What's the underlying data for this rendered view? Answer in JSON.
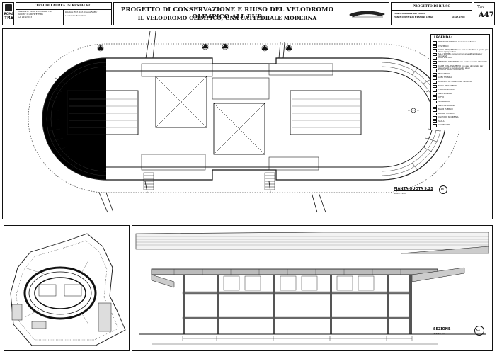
{
  "title_block": {
    "logo_top": "ROMA",
    "logo_bottom": "TRE",
    "thesis_label": "TESI DI LAUREA IN RESTAURO",
    "university_lines": [
      "UNIVERSITA' DEGLI STUDI ROMA TRE",
      "FACOLTA' DI ARCHITETTURA",
      "A.A. 2012/2013"
    ],
    "supervisor_lines": [
      "Relatore: Prof. Arch. Cesare Feiffer",
      "Laureanda: Fania Soia"
    ],
    "main_title": "PROGETTO DI CONSERVAZIONE E RIUSO DEL VELODROMO OLIMPICO ALL'EUR",
    "subtitle": "IL VELODROMO OLIMPICO, UNA CATTEDRALE MODERNA",
    "section_label": "PROGETTO DI RIUSO",
    "sheet_desc_lines": [
      "PIANTA CENTRALE DEL CAMPO",
      "PIANTA QUOTA 9.25 E SEZIONE LUNGO"
    ],
    "scale": "SCALA 1:500",
    "tav_label": "Tav.",
    "tav_number": "A47"
  },
  "legend": {
    "title": "LEGENDA:",
    "items": [
      "PRESIDIO SANITARIO d'accesso al Trallee",
      "VESTIBOLO",
      "SPOGLIATOI/SERVIZI con area in strutture e spazio per atleti e preparatori",
      "SALA STAMPA con servizi ed aree attrezzate per giornalisti",
      "AREA RISTORO",
      "PUNTO DI ASSISTENZA con servizi ed aree attrezzate",
      "CAMPI DI ALLENAMENTO con aree attrezzate per allenamenti e riscaldamento atleti",
      "ZONA DI PRIMO SOCCORSO",
      "MAGAZZINO",
      "AREA TECNICA",
      "DEPOSITO ATTREZZATURE SPORTIVE",
      "SPOGLIATOI ARBITRI",
      "TRIBUNA STAMPA",
      "SALA RIUNIONI",
      "UFFICI",
      "INFERMERIA",
      "SALA ANTIDOPING",
      "BAGNI PUBBLICI",
      "LOCALE TECNICO",
      "USCITA DI SICUREZZA",
      "SCALA",
      "ASCENSORE"
    ]
  },
  "plan": {
    "label": "PIANTA QUOTA 9.25",
    "scale": "SCALA 1:200",
    "mark": "P3"
  },
  "section": {
    "label": "SEZIONE",
    "scale": "SCALA 1:200",
    "mark": "A-A"
  }
}
